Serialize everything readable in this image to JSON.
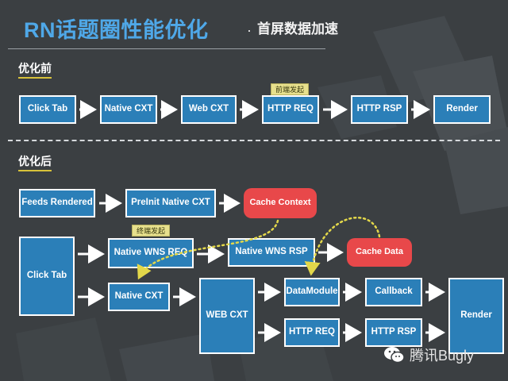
{
  "header": {
    "title": "RN话题圈性能优化",
    "dot": "·",
    "subtitle": "首屏数据加速"
  },
  "before": {
    "label": "优化前",
    "tag": "前端发起",
    "boxes": [
      "Click Tab",
      "Native CXT",
      "Web CXT",
      "HTTP REQ",
      "HTTP RSP",
      "Render"
    ]
  },
  "after": {
    "label": "优化后",
    "tag": "终端发起",
    "feeds_rendered": "Feeds Rendered",
    "preinit_native_cxt": "PreInit Native CXT",
    "cache_context": "Cache Context",
    "click_tab": "Click Tab",
    "native_wns_req": "Native WNS REQ",
    "native_wns_rsp": "Native WNS RSP",
    "cache_data": "Cache Data",
    "native_cxt": "Native CXT",
    "web_cxt": "WEB CXT",
    "data_module": "DataModule",
    "callback": "Callback",
    "render": "Render",
    "http_req": "HTTP REQ",
    "http_rsp": "HTTP RSP"
  },
  "watermark": {
    "text": "腾讯Bugly",
    "icon": "wechat-icon"
  },
  "colors": {
    "background": "#3b3f42",
    "title": "#4fa8e8",
    "box": "#2b7fb8",
    "highlight_box": "#e8484a",
    "tag": "#e7e08d",
    "section_underline": "#d8c23a",
    "dotted_arrow": "#e3d84a"
  }
}
